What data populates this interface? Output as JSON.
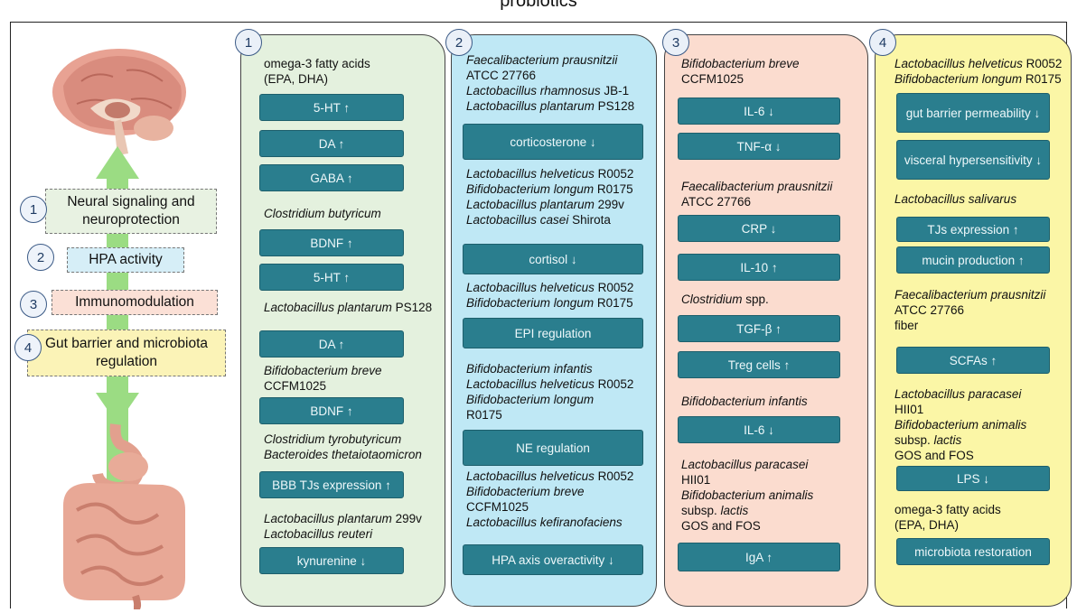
{
  "header_text": "probiotics",
  "left": {
    "labels": [
      {
        "n": "1",
        "text": "Neural signaling and neuroprotection"
      },
      {
        "n": "2",
        "text": "HPA activity"
      },
      {
        "n": "3",
        "text": "Immunomodulation"
      },
      {
        "n": "4",
        "text": "Gut barrier and microbiota regulation"
      }
    ]
  },
  "panels": [
    {
      "n": "1",
      "items": [
        {
          "kind": "text",
          "lines": [
            "omega-3 fatty acids",
            "(EPA, DHA)"
          ]
        },
        {
          "kind": "box",
          "text": "5-HT ↑"
        },
        {
          "kind": "box",
          "text": "DA ↑"
        },
        {
          "kind": "box",
          "text": "GABA ↑"
        },
        {
          "kind": "text",
          "lines": [
            "Clostridium butyricum"
          ]
        },
        {
          "kind": "box",
          "text": "BDNF ↑"
        },
        {
          "kind": "box",
          "text": "5-HT ↑"
        },
        {
          "kind": "text",
          "lines": [
            "Lactobacillus plantarum PS128"
          ]
        },
        {
          "kind": "box",
          "text": "DA ↑"
        },
        {
          "kind": "text",
          "lines": [
            "Bifidobacterium breve",
            "CCFM1025"
          ]
        },
        {
          "kind": "box",
          "text": "BDNF ↑"
        },
        {
          "kind": "text",
          "lines": [
            "Clostridium tyrobutyricum",
            "Bacteroides thetaiotaomicron"
          ]
        },
        {
          "kind": "box",
          "text": "BBB TJs expression ↑"
        },
        {
          "kind": "text",
          "lines": [
            "Lactobacillus plantarum 299v",
            "Lactobacillus reuteri"
          ]
        },
        {
          "kind": "box",
          "text": "kynurenine ↓"
        }
      ]
    },
    {
      "n": "2",
      "items": [
        {
          "kind": "text",
          "lines": [
            "Faecalibacterium prausnitzii",
            "ATCC 27766",
            "Lactobacillus rhamnosus JB-1",
            "Lactobacillus plantarum PS128"
          ]
        },
        {
          "kind": "box",
          "text": "corticosterone ↓"
        },
        {
          "kind": "text",
          "lines": [
            "Lactobacillus helveticus R0052",
            "Bifidobacterium longum R0175",
            "Lactobacillus plantarum 299v",
            "Lactobacillus casei Shirota"
          ]
        },
        {
          "kind": "box",
          "text": "cortisol ↓"
        },
        {
          "kind": "text",
          "lines": [
            "Lactobacillus helveticus R0052",
            "Bifidobacterium longum R0175"
          ]
        },
        {
          "kind": "box",
          "text": "EPI regulation"
        },
        {
          "kind": "text",
          "lines": [
            "Bifidobacterium infantis",
            "Lactobacillus helveticus R0052",
            "Bifidobacterium longum",
            "R0175"
          ]
        },
        {
          "kind": "box",
          "text": "NE regulation"
        },
        {
          "kind": "text",
          "lines": [
            "Lactobacillus helveticus R0052",
            "Bifidobacterium breve",
            "CCFM1025",
            "Lactobacillus kefiranofaciens"
          ]
        },
        {
          "kind": "box",
          "text": "HPA axis overactivity ↓"
        }
      ]
    },
    {
      "n": "3",
      "items": [
        {
          "kind": "text",
          "lines": [
            "Bifidobacterium breve",
            "CCFM1025"
          ]
        },
        {
          "kind": "box",
          "text": "IL-6 ↓"
        },
        {
          "kind": "box",
          "text": "TNF-α ↓"
        },
        {
          "kind": "text",
          "lines": [
            "Faecalibacterium prausnitzii",
            "ATCC 27766"
          ]
        },
        {
          "kind": "box",
          "text": "CRP ↓"
        },
        {
          "kind": "box",
          "text": "IL-10 ↑"
        },
        {
          "kind": "text",
          "lines": [
            "Clostridium spp."
          ]
        },
        {
          "kind": "box",
          "text": "TGF-β ↑"
        },
        {
          "kind": "box",
          "text": "Treg cells ↑"
        },
        {
          "kind": "text",
          "lines": [
            "Bifidobacterium infantis"
          ]
        },
        {
          "kind": "box",
          "text": "IL-6 ↓"
        },
        {
          "kind": "text",
          "lines": [
            "Lactobacillus paracasei",
            "HII01",
            "Bifidobacterium animalis",
            "subsp. lactis",
            "GOS and FOS"
          ]
        },
        {
          "kind": "box",
          "text": "IgA ↑"
        }
      ]
    },
    {
      "n": "4",
      "items": [
        {
          "kind": "text",
          "lines": [
            "Lactobacillus helveticus R0052",
            "Bifidobacterium longum R0175"
          ]
        },
        {
          "kind": "box",
          "text": "gut barrier permeability ↓"
        },
        {
          "kind": "box",
          "text": "visceral hypersensitivity ↓"
        },
        {
          "kind": "text",
          "lines": [
            "Lactobacillus salivarus"
          ]
        },
        {
          "kind": "box",
          "text": "TJs expression ↑"
        },
        {
          "kind": "box",
          "text": "mucin production ↑"
        },
        {
          "kind": "text",
          "lines": [
            "Faecalibacterium prausnitzii",
            "ATCC 27766",
            "fiber"
          ]
        },
        {
          "kind": "box",
          "text": "SCFAs ↑"
        },
        {
          "kind": "text",
          "lines": [
            "Lactobacillus paracasei",
            "HII01",
            "Bifidobacterium animalis",
            "subsp. lactis",
            "GOS and FOS"
          ]
        },
        {
          "kind": "box",
          "text": "LPS ↓"
        },
        {
          "kind": "text",
          "lines": [
            "omega-3 fatty acids",
            "(EPA, DHA)"
          ]
        },
        {
          "kind": "box",
          "text": "microbiota restoration"
        }
      ]
    }
  ]
}
